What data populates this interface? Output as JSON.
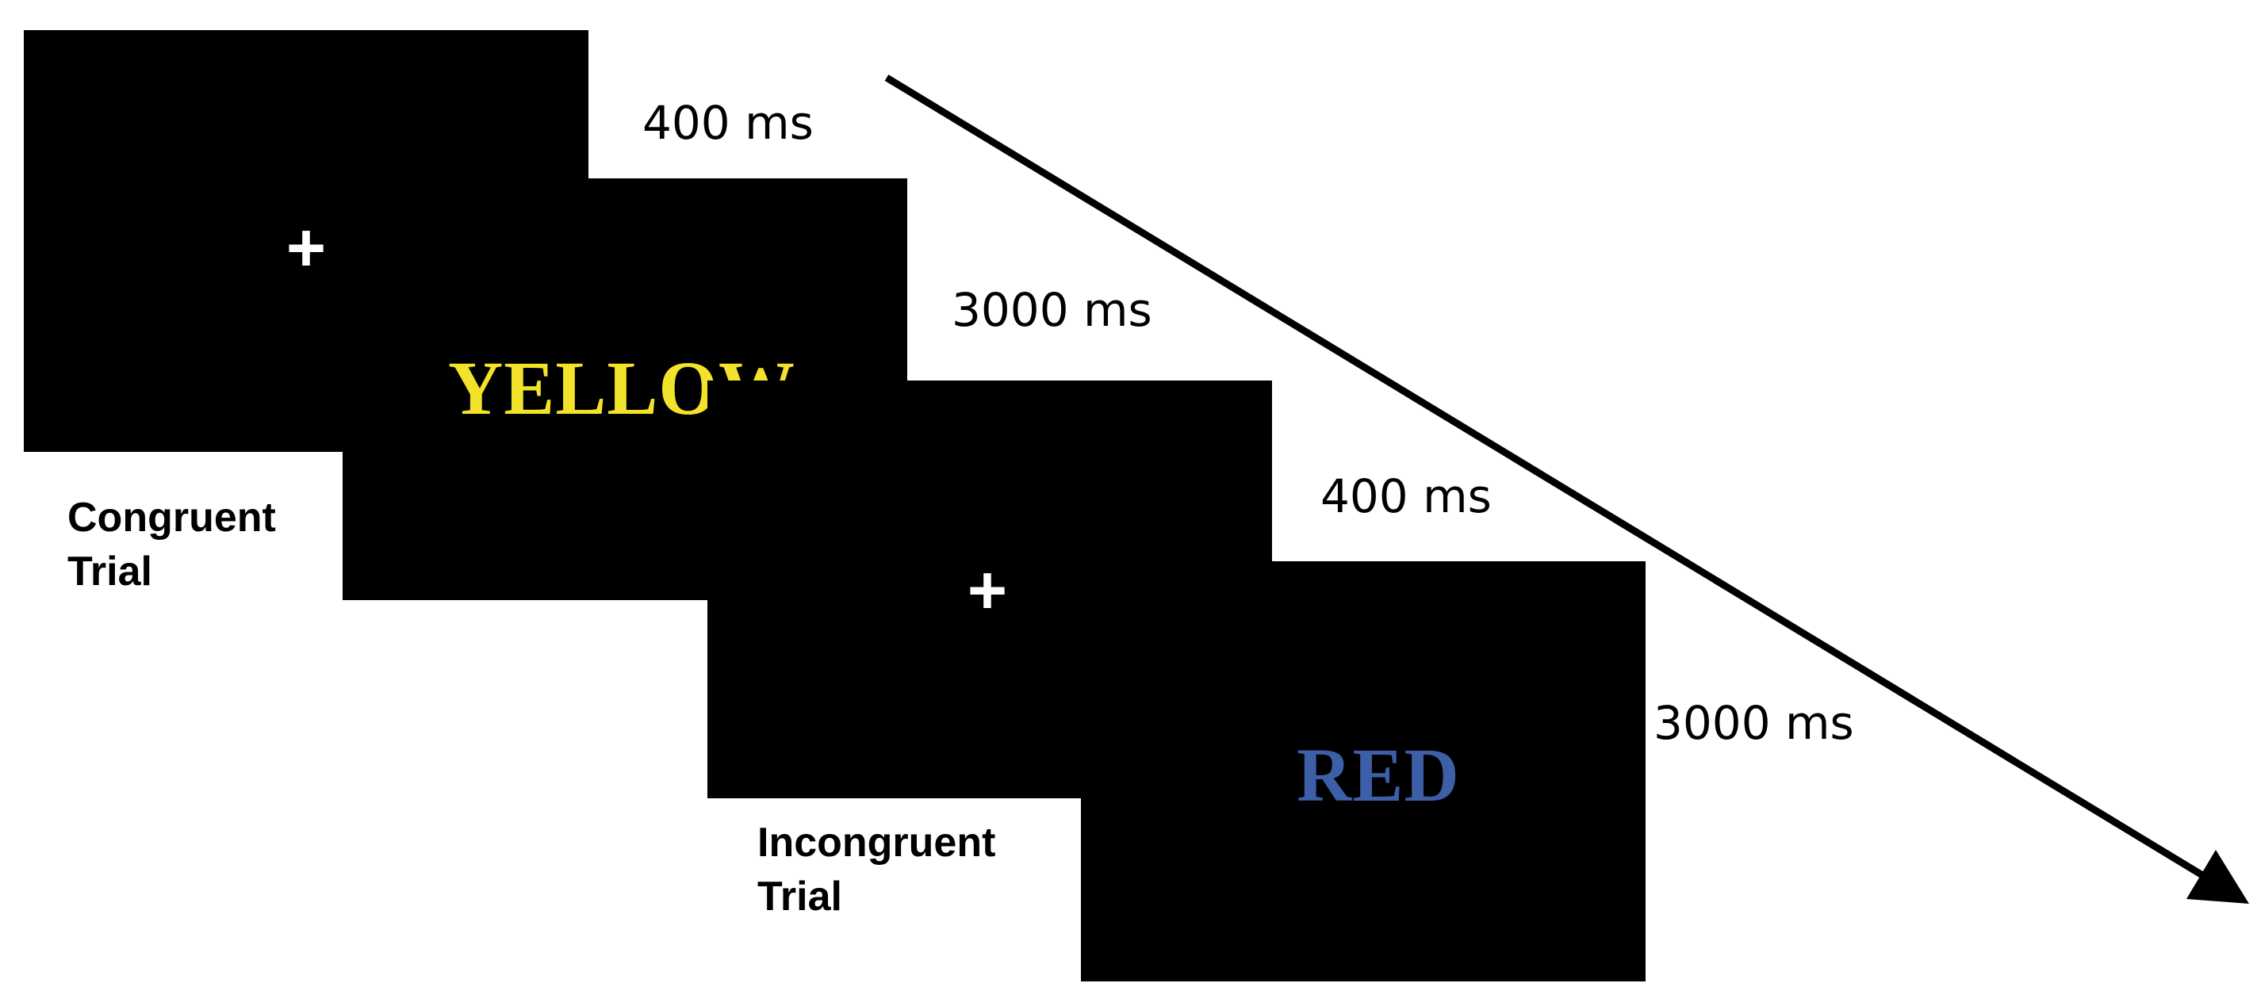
{
  "screens": [
    {
      "content": "+",
      "text_color": "#ffffff"
    },
    {
      "content": "YELLOW",
      "text_color": "#f2e32a"
    },
    {
      "content": "+",
      "text_color": "#ffffff"
    },
    {
      "content": "RED",
      "text_color": "#3d5fa8"
    }
  ],
  "durations": [
    "400 ms",
    "3000 ms",
    "400 ms",
    "3000 ms"
  ],
  "labels": {
    "congruent_line1": "Congruent",
    "congruent_line2": "Trial",
    "incongruent_line1": "Incongruent",
    "incongruent_line2": "Trial"
  },
  "arrow_icon": "arrow-down-right-icon"
}
